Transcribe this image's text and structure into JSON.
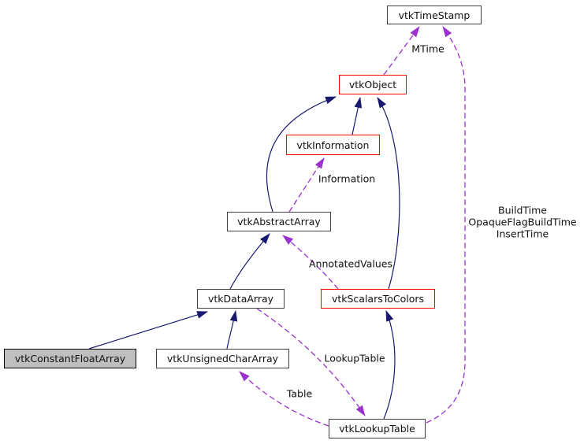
{
  "colors": {
    "edge-inherit": "#191970",
    "edge-usage": "#9a32cd",
    "node-border": "#3f3f3f",
    "node-border-red": "#ff0000",
    "node-border-current": "#000000",
    "node-fill": "#ffffff",
    "node-fill-current": "#bfbfbf",
    "text": "#111111",
    "background": "#ffffff"
  },
  "diagram": {
    "kind": "collaboration-graph",
    "nodes": [
      {
        "label": "vtkTimeStamp",
        "style": "plain"
      },
      {
        "label": "vtkObject",
        "style": "red"
      },
      {
        "label": "vtkInformation",
        "style": "red"
      },
      {
        "label": "vtkAbstractArray",
        "style": "plain"
      },
      {
        "label": "vtkDataArray",
        "style": "plain"
      },
      {
        "label": "vtkScalarsToColors",
        "style": "red"
      },
      {
        "label": "vtkConstantFloatArray",
        "style": "current"
      },
      {
        "label": "vtkUnsignedCharArray",
        "style": "plain"
      },
      {
        "label": "vtkLookupTable",
        "style": "plain"
      }
    ],
    "edge_labels": {
      "mtime": "MTime",
      "information": "Information",
      "annotated_values": "AnnotatedValues",
      "lookup_table": "LookupTable",
      "table": "Table",
      "build_time_1": "BuildTime",
      "build_time_2": "OpaqueFlagBuildTime",
      "build_time_3": "InsertTime"
    },
    "edges": [
      {
        "from": "vtkInformation",
        "to": "vtkObject",
        "type": "inheritance",
        "label": ""
      },
      {
        "from": "vtkAbstractArray",
        "to": "vtkObject",
        "type": "inheritance",
        "label": ""
      },
      {
        "from": "vtkScalarsToColors",
        "to": "vtkObject",
        "type": "inheritance",
        "label": ""
      },
      {
        "from": "vtkDataArray",
        "to": "vtkAbstractArray",
        "type": "inheritance",
        "label": ""
      },
      {
        "from": "vtkConstantFloatArray",
        "to": "vtkDataArray",
        "type": "inheritance",
        "label": ""
      },
      {
        "from": "vtkUnsignedCharArray",
        "to": "vtkDataArray",
        "type": "inheritance",
        "label": ""
      },
      {
        "from": "vtkLookupTable",
        "to": "vtkScalarsToColors",
        "type": "inheritance",
        "label": ""
      },
      {
        "from": "vtkObject",
        "to": "vtkTimeStamp",
        "type": "usage",
        "label": "MTime"
      },
      {
        "from": "vtkLookupTable",
        "to": "vtkTimeStamp",
        "type": "usage",
        "label": "BuildTime OpaqueFlagBuildTime InsertTime"
      },
      {
        "from": "vtkAbstractArray",
        "to": "vtkInformation",
        "type": "usage",
        "label": "Information"
      },
      {
        "from": "vtkScalarsToColors",
        "to": "vtkAbstractArray",
        "type": "usage",
        "label": "AnnotatedValues"
      },
      {
        "from": "vtkDataArray",
        "to": "vtkLookupTable",
        "type": "usage",
        "label": "LookupTable"
      },
      {
        "from": "vtkLookupTable",
        "to": "vtkUnsignedCharArray",
        "type": "usage",
        "label": "Table"
      }
    ]
  }
}
